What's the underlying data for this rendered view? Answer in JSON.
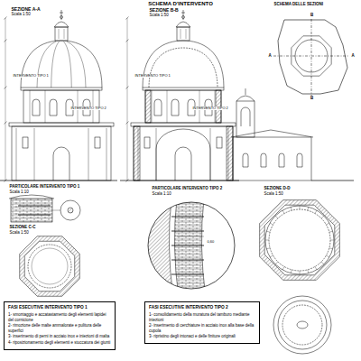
{
  "diagram": {
    "title": "SCHEMA D'INTERVENTO",
    "nodes": [
      {
        "text": [
          "FASI ESECUTIVE INTERVENTO TIPO 1",
          "1- smontaggio e accatastamento degli elementi lapidei del cornicione",
          "2- rimozione delle malte ammalorate e pulitura delle superfici",
          "3- inserimento di perni in acciaio inox e iniezioni di malta",
          "4- riposizionamento degli elementi e stuccatura dei giunti"
        ]
      },
      {
        "text": [
          "FASI ESECUTIVE INTERVENTO TIPO 2",
          "1- consolidamento della muratura del tamburo mediante iniezioni",
          "2- inserimento di cerchiature in acciaio inox alla base della cupola",
          "3- ripristino degli intonaci e delle finiture originali"
        ]
      }
    ],
    "labels": [
      "SEZIONE A-A",
      "Scala 1:50",
      "SEZIONE B-B",
      "Scala 1:50",
      "SCHEMA DELLE SEZIONI",
      "A",
      "A",
      "B",
      "B",
      "INTERVENTO TIPO 1",
      "INTERVENTO TIPO 2",
      "INTERVENTO TIPO 1",
      "INTERVENTO TIPO 2",
      "PARTICOLARE INTERVENTO TIPO 1",
      "Scala 1:10",
      "SEZIONE C-C",
      "Scala 1:50",
      "PARTICOLARE INTERVENTO TIPO 2",
      "Scala 1:10",
      "SEZIONE D-D",
      "Scala 1:50",
      "0,60"
    ]
  }
}
